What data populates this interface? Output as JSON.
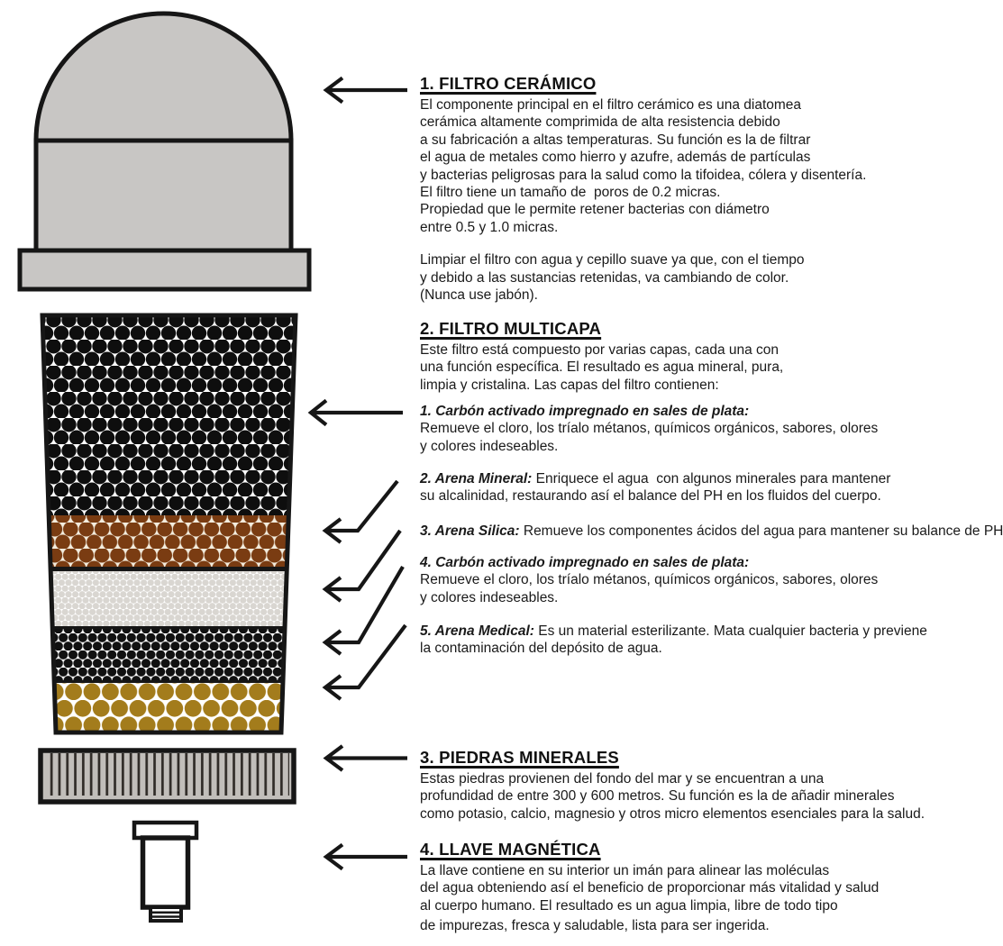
{
  "sections": {
    "ceramico": {
      "heading": "1. FILTRO CERÁMICO",
      "lines": [
        "El componente principal en el filtro cerámico es una diatomea",
        "cerámica altamente comprimida de alta resistencia debido",
        "a su fabricación a altas temperaturas. Su función es la de filtrar",
        "el agua de metales como hierro y azufre, además de partículas",
        "y bacterias peligrosas para la salud como la tifoidea, cólera y disentería.",
        "El filtro tiene un tamaño de  poros de 0.2 micras.",
        "Propiedad que le permite retener bacterias con diámetro",
        "entre 0.5 y 1.0 micras."
      ],
      "lines2": [
        "Limpiar el filtro con agua y cepillo suave ya que, con el tiempo",
        "y debido a las sustancias retenidas, va cambiando de color.",
        "(Nunca use jabón)."
      ]
    },
    "multicapa": {
      "heading": "2. FILTRO MULTICAPA",
      "lines": [
        "Este filtro está compuesto por varias capas, cada una con",
        "una función específica. El resultado es agua mineral, pura,",
        "limpia y cristalina. Las capas del filtro contienen:"
      ],
      "items": [
        {
          "lead": "1. Carbón activado impregnado en sales de plata:",
          "rest": "",
          "lines": [
            "Remueve el cloro, los tríalo métanos, químicos orgánicos, sabores, olores",
            "y colores indeseables."
          ]
        },
        {
          "lead": "2. Arena Mineral:",
          "rest": " Enriquece el agua  con algunos minerales para mantener",
          "lines": [
            "su alcalinidad, restaurando así el balance del PH en los fluidos del cuerpo."
          ]
        },
        {
          "lead": "3. Arena Silica:",
          "rest": " Remueve los componentes ácidos del agua para mantener su balance de PH",
          "lines": []
        },
        {
          "lead": "4. Carbón activado impregnado en sales de plata:",
          "rest": "",
          "lines": [
            "Remueve el cloro, los tríalo métanos, químicos orgánicos, sabores, olores",
            "y colores indeseables."
          ]
        },
        {
          "lead": "5. Arena Medical:",
          "rest": " Es un material esterilizante. Mata cualquier bacteria y previene",
          "lines": [
            "la contaminación del depósito de agua."
          ]
        }
      ]
    },
    "piedras": {
      "heading": "3. PIEDRAS MINERALES",
      "lines": [
        "Estas piedras provienen del fondo del mar y se encuentran a una",
        "profundidad de entre 300 y 600 metros. Su función es la de añadir minerales",
        "como potasio, calcio, magnesio y otros micro elementos esenciales para la salud."
      ]
    },
    "llave": {
      "heading": "4. LLAVE MAGNÉTICA",
      "lines": [
        "La llave contiene en su interior un imán para alinear las moléculas",
        "del agua obteniendo así el beneficio de proporcionar más vitalidad y salud",
        "al cuerpo humano. El resultado es un agua limpia, libre de todo tipo",
        "de impurezas, fresca y saludable, lista para ser ingerida."
      ]
    }
  },
  "diagram": {
    "arrows": [
      {
        "icon": "left-arrow",
        "target": "filtro-ceramico"
      },
      {
        "icon": "left-arrow",
        "target": "capa-carbon-activado-1"
      },
      {
        "icon": "bent-left-arrow",
        "target": "capa-arena-mineral"
      },
      {
        "icon": "bent-left-arrow",
        "target": "capa-arena-silica"
      },
      {
        "icon": "bent-left-arrow",
        "target": "capa-carbon-activado-2"
      },
      {
        "icon": "bent-left-arrow",
        "target": "capa-arena-medical"
      },
      {
        "icon": "left-arrow",
        "target": "piedras-minerales"
      },
      {
        "icon": "left-arrow",
        "target": "llave-magnetica"
      }
    ],
    "colors": {
      "outline": "#161616",
      "body_gray": "#c8c6c4",
      "carbon_black": "#0e0e0e",
      "mineral_brown": "#7a3c12",
      "mineral_bg": "#f3ecdd",
      "silica_gray": "#d9d6d1",
      "medical_gold": "#a37c1c",
      "stones_gray": "#c1beba",
      "stones_line": "#2f2b27"
    }
  }
}
